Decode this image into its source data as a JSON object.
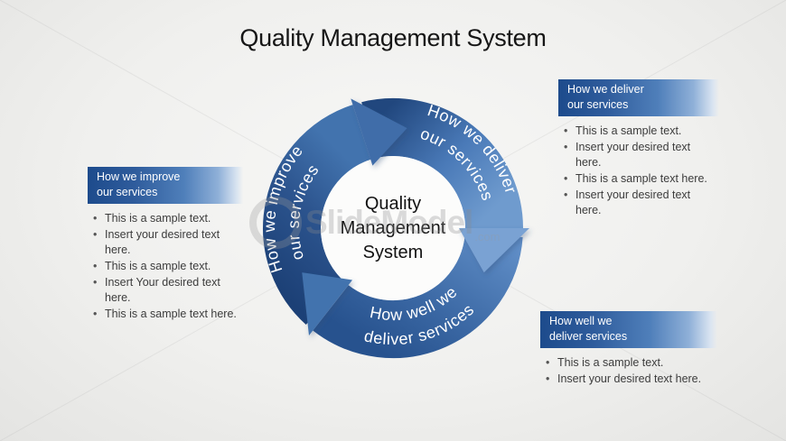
{
  "title": "Quality Management System",
  "watermark": {
    "name": "SlideModel",
    "tld": ".com"
  },
  "ring": {
    "center_lines": [
      "Quality",
      "Management",
      "System"
    ],
    "segments": {
      "improve": {
        "line1": "How we improve",
        "line2": "our services"
      },
      "deliver": {
        "line1": "How we deliver",
        "line2": "our services"
      },
      "well": {
        "line1": "How well we",
        "line2": "deliver services"
      }
    }
  },
  "boxes": {
    "left": {
      "header_line1": "How we improve",
      "header_line2": "our services",
      "bullets": [
        "This is a sample text.",
        "Insert your desired text here.",
        "This is a sample text.",
        "Insert Your desired text here.",
        "This is a sample text here."
      ]
    },
    "top_right": {
      "header_line1": "How we deliver",
      "header_line2": "our services",
      "bullets": [
        "This is a sample text.",
        "Insert your desired text here.",
        "This is a sample text here.",
        "Insert your desired text here."
      ]
    },
    "bottom_right": {
      "header_line1": "How well we",
      "header_line2": "deliver services",
      "bullets": [
        "This is a sample text.",
        "Insert your desired text here."
      ]
    }
  },
  "colors": {
    "header_gradient_dark": "#1d4b8c",
    "header_gradient_light": "#d9e4f1",
    "ring_dark_blue": "#1c4076",
    "ring_mid_blue": "#4a7ab8",
    "ring_light_blue": "#7aa2d3",
    "title_text": "#161616",
    "body_text": "#3c3c3c",
    "background": "#f0f0ee"
  }
}
